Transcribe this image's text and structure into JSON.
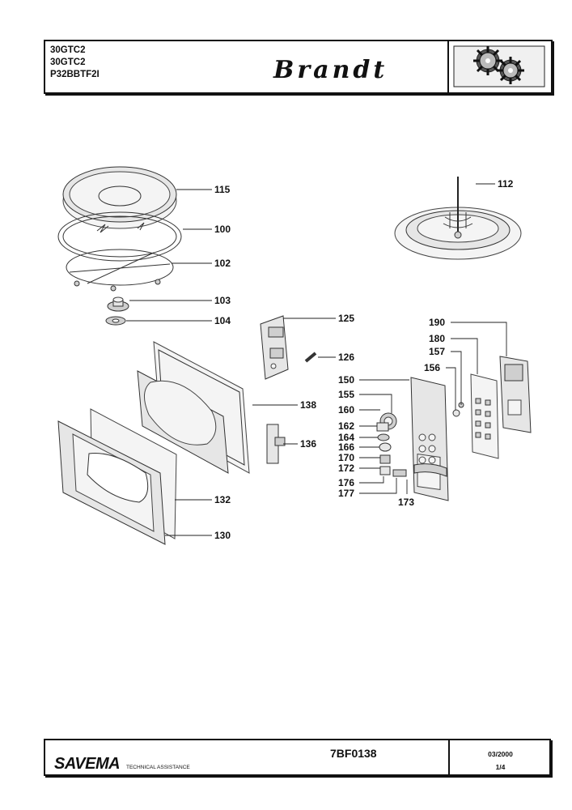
{
  "header": {
    "models": [
      "30GTC2",
      "30GTC2",
      "P32BBTF2I"
    ],
    "brand": "Brandt",
    "logo_icon": "gears-logo-icon"
  },
  "footer": {
    "company": "SAVEMA",
    "assistance": "TECHNICAL ASSISTANCE",
    "doc_number": "7BF0138",
    "date": "03/2000",
    "page": "1/4"
  },
  "diagram": {
    "part_labels": {
      "p115": "115",
      "p100": "100",
      "p102": "102",
      "p103": "103",
      "p104": "104",
      "p112": "112",
      "p125": "125",
      "p126": "126",
      "p138": "138",
      "p136": "136",
      "p132": "132",
      "p130": "130",
      "p190": "190",
      "p180": "180",
      "p157": "157",
      "p156": "156",
      "p150": "150",
      "p155": "155",
      "p160": "160",
      "p162": "162",
      "p164": "164",
      "p166": "166",
      "p170": "170",
      "p172": "172",
      "p176": "176",
      "p177": "177",
      "p173": "173"
    }
  }
}
